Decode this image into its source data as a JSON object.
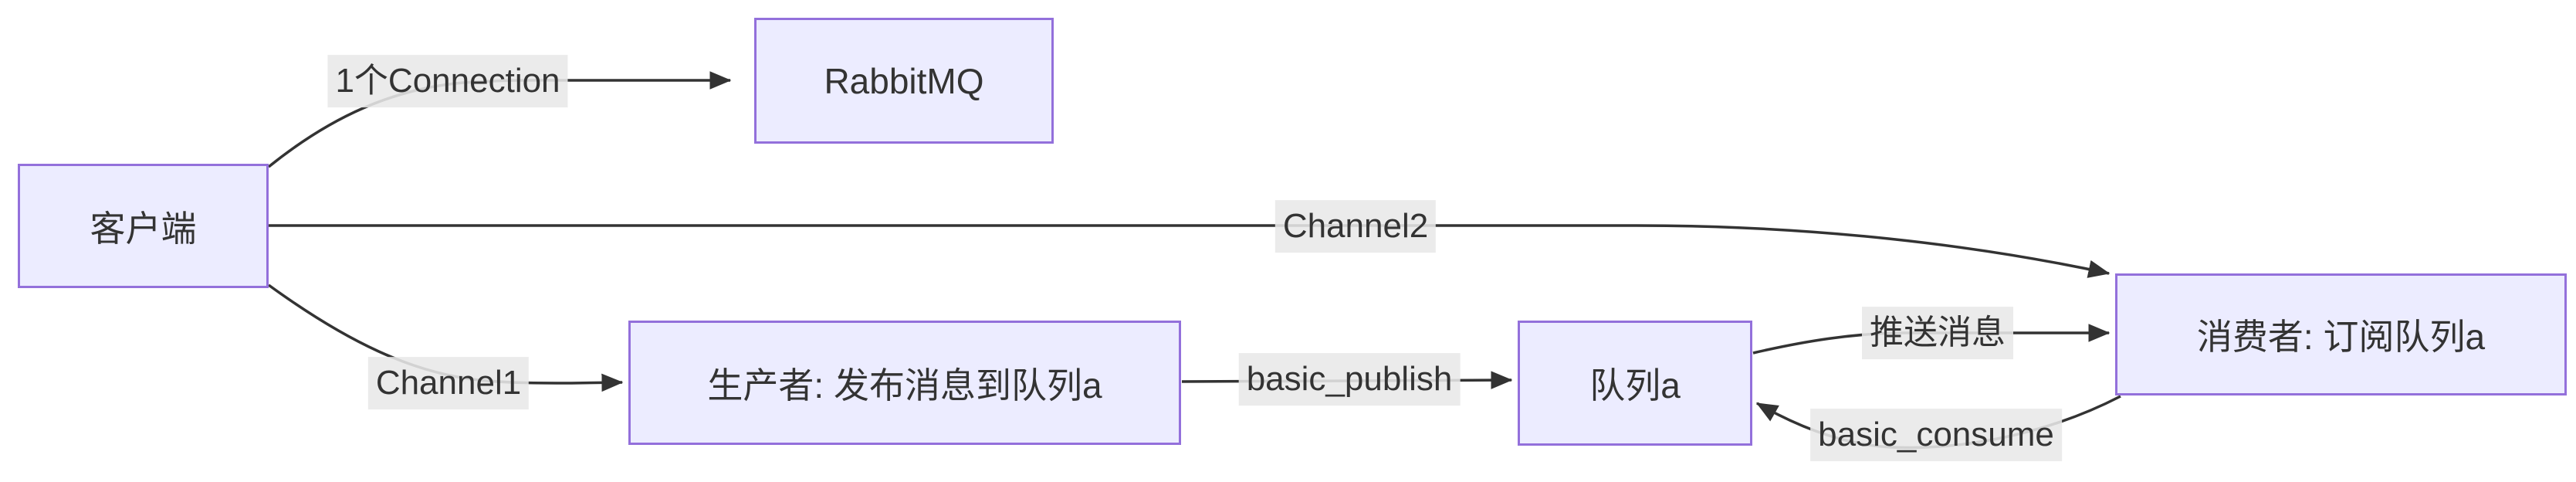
{
  "diagram": {
    "type": "flowchart",
    "direction": "LR",
    "nodes": [
      {
        "id": "client",
        "label": "客户端"
      },
      {
        "id": "rabbitmq",
        "label": "RabbitMQ"
      },
      {
        "id": "producer",
        "label": "生产者: 发布消息到队列a"
      },
      {
        "id": "queue",
        "label": "队列a"
      },
      {
        "id": "consumer",
        "label": "消费者: 订阅队列a"
      }
    ],
    "edges": [
      {
        "from": "client",
        "to": "rabbitmq",
        "label": "1个Connection"
      },
      {
        "from": "client",
        "to": "consumer",
        "label": "Channel2"
      },
      {
        "from": "client",
        "to": "producer",
        "label": "Channel1"
      },
      {
        "from": "producer",
        "to": "queue",
        "label": "basic_publish"
      },
      {
        "from": "queue",
        "to": "consumer",
        "label": "推送消息"
      },
      {
        "from": "consumer",
        "to": "queue",
        "label": "basic_consume"
      }
    ],
    "colors": {
      "node_fill": "#ECECFF",
      "node_border": "#9370DB",
      "edge_stroke": "#333333",
      "edge_label_bg": "#e8e8e8",
      "text": "#333333",
      "background": "#ffffff"
    }
  }
}
